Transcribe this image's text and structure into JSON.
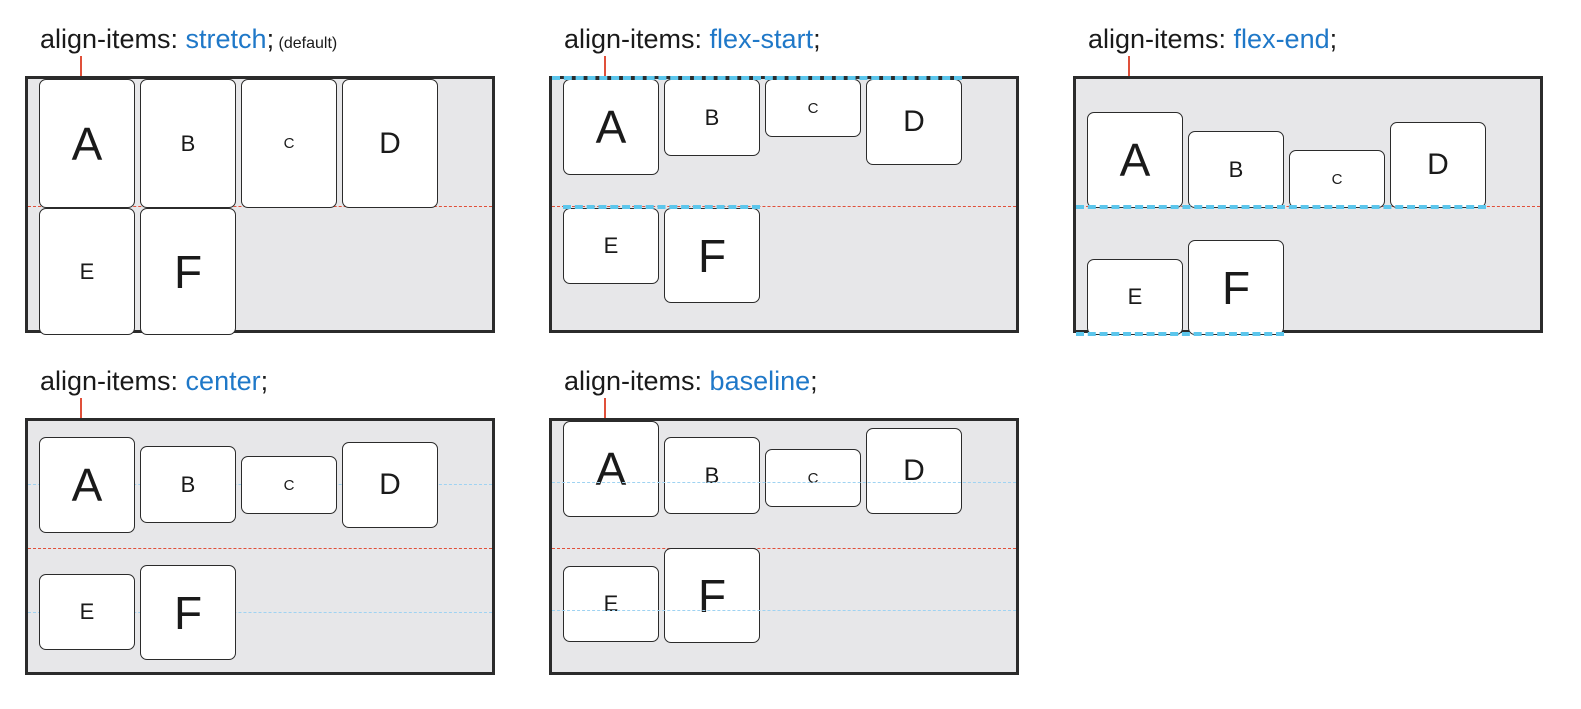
{
  "panels": [
    {
      "id": "stretch",
      "property": "align-items: ",
      "value": "stretch",
      "semicolon": ";",
      "note": " (default)",
      "items": [
        "A",
        "B",
        "C",
        "D",
        "E",
        "F"
      ]
    },
    {
      "id": "flex-start",
      "property": "align-items: ",
      "value": "flex-start",
      "semicolon": ";",
      "items": [
        "A",
        "B",
        "C",
        "D",
        "E",
        "F"
      ]
    },
    {
      "id": "flex-end",
      "property": "align-items: ",
      "value": "flex-end",
      "semicolon": ";",
      "items": [
        "A",
        "B",
        "C",
        "D",
        "E",
        "F"
      ]
    },
    {
      "id": "center",
      "property": "align-items: ",
      "value": "center",
      "semicolon": ";",
      "items": [
        "A",
        "B",
        "C",
        "D",
        "E",
        "F"
      ]
    },
    {
      "id": "baseline",
      "property": "align-items: ",
      "value": "baseline",
      "semicolon": ";",
      "items": [
        "A",
        "B",
        "C",
        "D",
        "E",
        "F"
      ]
    }
  ],
  "colors": {
    "value_text": "#1f78c8",
    "container_fill": "#e7e7e9",
    "row_divider": "#e0503a",
    "alignment_guide": "#5cc6ec"
  }
}
